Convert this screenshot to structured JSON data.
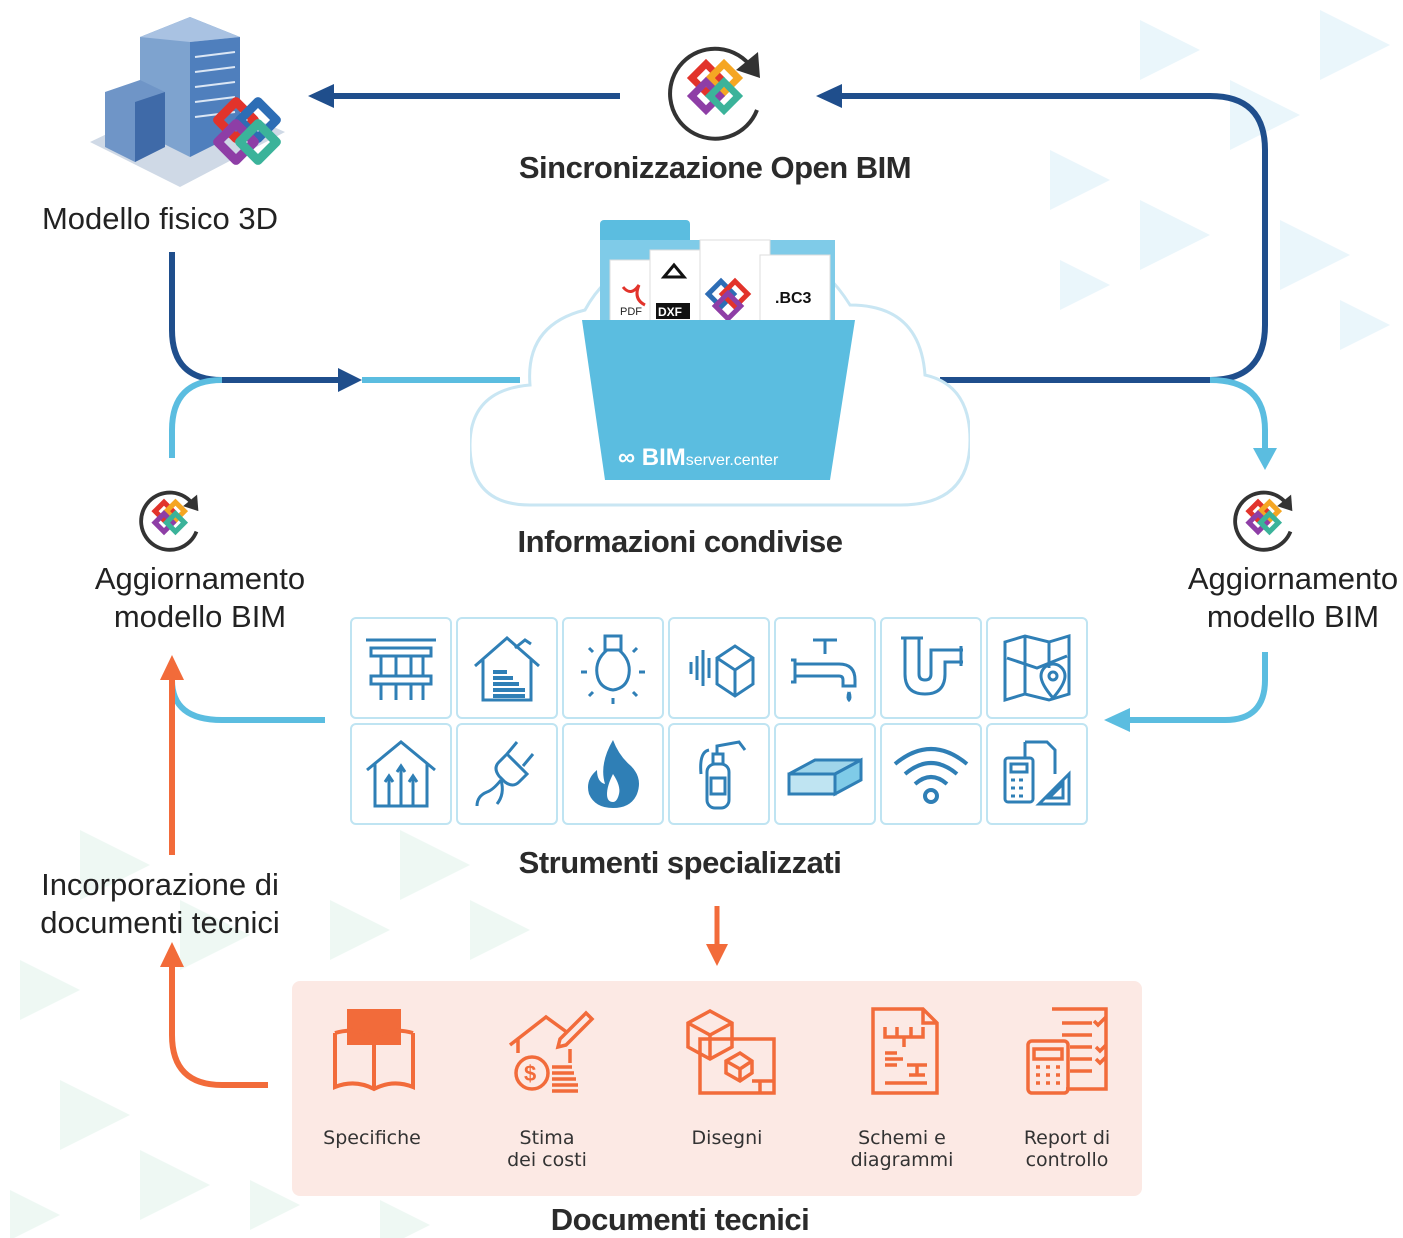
{
  "labels": {
    "modello_fisico": "Modello fisico 3D",
    "sincronizzazione": "Sincronizzazione Open BIM",
    "informazioni": "Informazioni condivise",
    "aggiornamento_left": "Aggiornamento\nmodello BIM",
    "aggiornamento_right": "Aggiornamento\nmodello BIM",
    "strumenti": "Strumenti specializzati",
    "incorporazione": "Incorporazione di\ndocumenti tecnici",
    "documenti": "Documenti tecnici"
  },
  "folder": {
    "files": [
      "PDF",
      "DXF",
      ".BC3"
    ],
    "brand_bold": "BIM",
    "brand_light": "server.center"
  },
  "tools_row1": [
    "structure-icon",
    "energy-house-icon",
    "lighting-icon",
    "acoustic-icon",
    "water-tap-icon",
    "drainage-pipe-icon",
    "map-location-icon"
  ],
  "tools_row2": [
    "ventilation-house-icon",
    "electric-plug-icon",
    "fire-icon",
    "fire-extinguisher-icon",
    "duct-icon",
    "wifi-icon",
    "calculator-ruler-icon"
  ],
  "docs": [
    {
      "label": "Specifiche",
      "icon": "book-icon"
    },
    {
      "label": "Stima\n dei costi",
      "icon": "cost-estimate-icon"
    },
    {
      "label": "Disegni",
      "icon": "drawings-icon"
    },
    {
      "label": "Schemi  e\n   diagrammi",
      "icon": "schematic-icon"
    },
    {
      "label": "Report di\ncontrollo",
      "icon": "report-icon"
    }
  ],
  "colors": {
    "dark_blue": "#1f4e8c",
    "light_blue": "#5bbde0",
    "orange": "#f26b3a",
    "panel": "#fce9e4",
    "cloud_fill": "#ffffff",
    "cloud_stroke": "#c9e6f3",
    "folder": "#5bbde0"
  }
}
